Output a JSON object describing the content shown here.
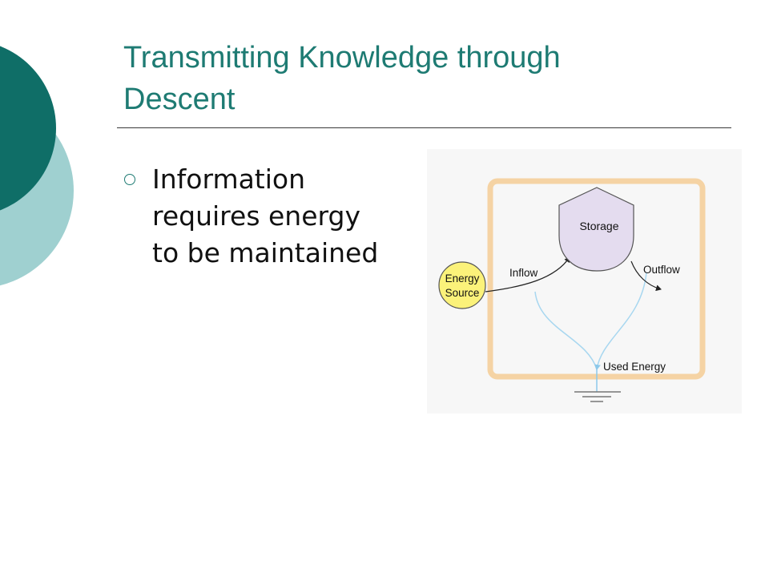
{
  "slide": {
    "title_lines": [
      "Transmitting Knowledge through",
      "Descent"
    ],
    "bullet": {
      "lines": [
        "Information",
        "requires energy",
        "to be maintained"
      ]
    },
    "diagram": {
      "storage_label": "Storage",
      "energy_source_lines": [
        "Energy",
        "Source"
      ],
      "inflow_label": "Inflow",
      "outflow_label": "Outflow",
      "used_energy_label": "Used Energy",
      "icons": [
        "ground-icon",
        "bullet-circle-icon"
      ]
    }
  },
  "colors": {
    "title": "#1e7b73",
    "deco_dark": "#0f6e67",
    "deco_light": "#9fd0d0",
    "frame": "#f5d3a4",
    "storage_fill": "#e4dcef",
    "energy_source_fill": "#fbf27a",
    "used_energy_flow": "#a8d7f0"
  }
}
